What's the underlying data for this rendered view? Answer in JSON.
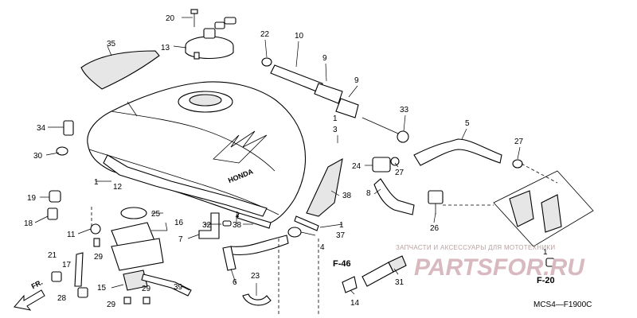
{
  "callouts": {
    "c1a": "1",
    "c1b": "1",
    "c1c": "1",
    "c1d": "1",
    "c1e": "1",
    "c3": "3",
    "c4": "4",
    "c5": "5",
    "c6": "6",
    "c7": "7",
    "c8": "8",
    "c9a": "9",
    "c9b": "9",
    "c10": "10",
    "c11": "11",
    "c12": "12",
    "c13": "13",
    "c14": "14",
    "c15": "15",
    "c16": "16",
    "c17": "17",
    "c18": "18",
    "c19": "19",
    "c20": "20",
    "c21": "21",
    "c22": "22",
    "c23": "23",
    "c24": "24",
    "c25": "25",
    "c26": "26",
    "c27a": "27",
    "c27b": "27",
    "c28": "28",
    "c29a": "29",
    "c29b": "29",
    "c29c": "29",
    "c30": "30",
    "c31": "31",
    "c32": "32",
    "c33": "33",
    "c34": "34",
    "c35": "35",
    "c37": "37",
    "c38a": "38",
    "c38b": "38",
    "c39": "39"
  },
  "refs": {
    "f46": "F-46",
    "f20": "F-20",
    "fr": "FR."
  },
  "watermark": {
    "caption": "ЗАПЧАСТИ И АКСЕССУАРЫ ДЛЯ МОТОТЕХНИКИ",
    "logo": "PARTSFOR.RU"
  },
  "tank_brand": "HONDA",
  "diagram_code": "MCS4—F1900C"
}
